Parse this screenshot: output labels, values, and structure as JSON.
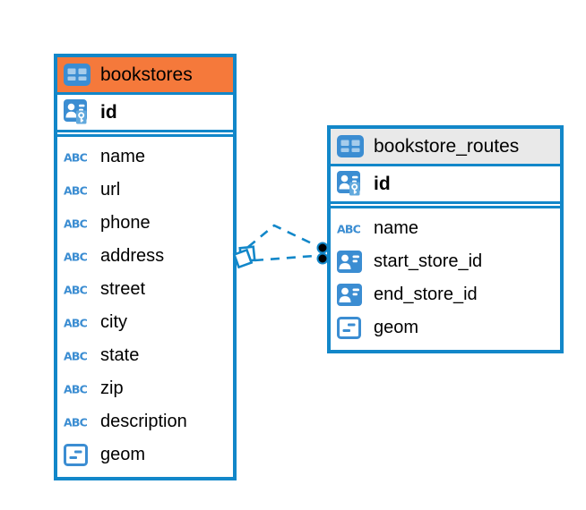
{
  "diagram": {
    "type": "entity-relationship-diagram",
    "background": "#ffffff"
  },
  "colors": {
    "accent_blue": "#1287c9",
    "orange_header": "#f5793b",
    "gray_header": "#e9e9e9",
    "icon_blue": "#3b8dd2",
    "icon_cell": "#a6cceb",
    "key_badge": "#61a9dd",
    "text": "#000000",
    "marker_dot": "#000000"
  },
  "tables": [
    {
      "id": "bookstores",
      "name": "bookstores",
      "header_color": "#f5793b",
      "header_icon": "table-icon",
      "primary_key": {
        "name": "id",
        "icon": "primary-key-icon"
      },
      "columns": [
        {
          "name": "name",
          "icon": "text-icon"
        },
        {
          "name": "url",
          "icon": "text-icon"
        },
        {
          "name": "phone",
          "icon": "text-icon"
        },
        {
          "name": "address",
          "icon": "text-icon"
        },
        {
          "name": "street",
          "icon": "text-icon"
        },
        {
          "name": "city",
          "icon": "text-icon"
        },
        {
          "name": "state",
          "icon": "text-icon"
        },
        {
          "name": "zip",
          "icon": "text-icon"
        },
        {
          "name": "description",
          "icon": "text-icon"
        },
        {
          "name": "geom",
          "icon": "geometry-icon"
        }
      ]
    },
    {
      "id": "bookstore_routes",
      "name": "bookstore_routes",
      "header_color": "#e9e9e9",
      "header_icon": "table-icon",
      "primary_key": {
        "name": "id",
        "icon": "primary-key-icon"
      },
      "columns": [
        {
          "name": "name",
          "icon": "text-icon"
        },
        {
          "name": "start_store_id",
          "icon": "foreign-key-icon"
        },
        {
          "name": "end_store_id",
          "icon": "foreign-key-icon"
        },
        {
          "name": "geom",
          "icon": "geometry-icon"
        }
      ]
    }
  ],
  "relationships": [
    {
      "from_table": "bookstore_routes",
      "from_column": "start_store_id",
      "to_table": "bookstores",
      "to_column": "id",
      "line_style": "dashed",
      "from_marker": "dot",
      "to_marker": "diamond"
    },
    {
      "from_table": "bookstore_routes",
      "from_column": "end_store_id",
      "to_table": "bookstores",
      "to_column": "id",
      "line_style": "dashed",
      "from_marker": "dot",
      "to_marker": "diamond"
    }
  ]
}
